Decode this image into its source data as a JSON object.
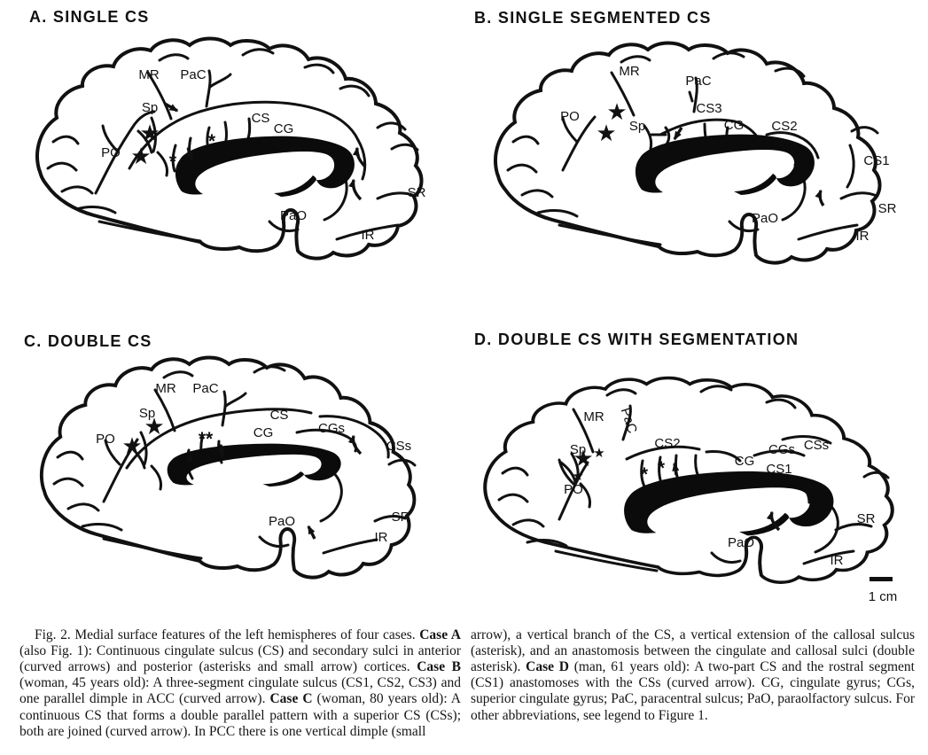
{
  "panels": {
    "a": {
      "title": "A. SINGLE CS",
      "labels": {
        "mr": "MR",
        "pac": "PaC",
        "sp": "Sp",
        "po": "PO",
        "cs": "CS",
        "cg": "CG",
        "pao": "PaO",
        "sr": "SR",
        "ir": "IR"
      }
    },
    "b": {
      "title": "B. SINGLE SEGMENTED CS",
      "labels": {
        "mr": "MR",
        "pac": "PaC",
        "po": "PO",
        "sp": "Sp",
        "cs3": "CS3",
        "cg": "CG",
        "cs2": "CS2",
        "cs1": "CS1",
        "pao": "PaO",
        "sr": "SR",
        "ir": "IR"
      }
    },
    "c": {
      "title": "C. DOUBLE CS",
      "labels": {
        "mr": "MR",
        "pac": "PaC",
        "sp": "Sp",
        "po": "PO",
        "cs": "CS",
        "cg": "CG",
        "cgs": "CGs",
        "css": "CSs",
        "pao": "PaO",
        "sr": "SR",
        "ir": "IR"
      }
    },
    "d": {
      "title": "D. DOUBLE CS WITH SEGMENTATION",
      "labels": {
        "mr": "MR",
        "pac": "PaC",
        "sp": "Sp",
        "po": "PO",
        "cs2": "CS2",
        "cg": "CG",
        "cgs": "CGs",
        "css": "CSs",
        "cs1": "CS1",
        "pao": "PaO",
        "sr": "SR",
        "ir": "IR"
      }
    }
  },
  "marks": {
    "star": "★",
    "asterisk": "*",
    "double_asterisk": "**"
  },
  "scale_bar": {
    "label": "1 cm"
  },
  "caption": {
    "left_parts": [
      "Fig. 2.  Medial surface features of the left hemispheres of four cases. ",
      "Case A",
      " (also Fig. 1): Continuous cingulate sulcus (CS) and secondary sulci in anterior (curved arrows) and posterior (asterisks and small arrow) cortices. ",
      "Case B",
      " (woman, 45 years old): A three-segment cingulate sulcus (CS1, CS2, CS3) and one parallel dimple in ACC (curved arrow). ",
      "Case C",
      " (woman, 80 years old): A continuous CS that forms a double parallel pattern with a superior CS (CSs); both are joined (curved arrow). In PCC there is one vertical dimple (small"
    ],
    "right_parts": [
      "arrow), a vertical branch of the CS, a vertical extension of the callosal sulcus (asterisk), and an anastomosis between the cingulate and callosal sulci (double asterisk). ",
      "Case D",
      " (man, 61 years old): A two-part CS and the rostral segment (CS1) anastomoses with the CSs (curved arrow). CG, cingulate gyrus; CGs, superior cingulate gyrus; PaC, paracentral sulcus; PaO, paraolfactory sulcus. For other abbreviations, see legend to Figure 1."
    ]
  }
}
